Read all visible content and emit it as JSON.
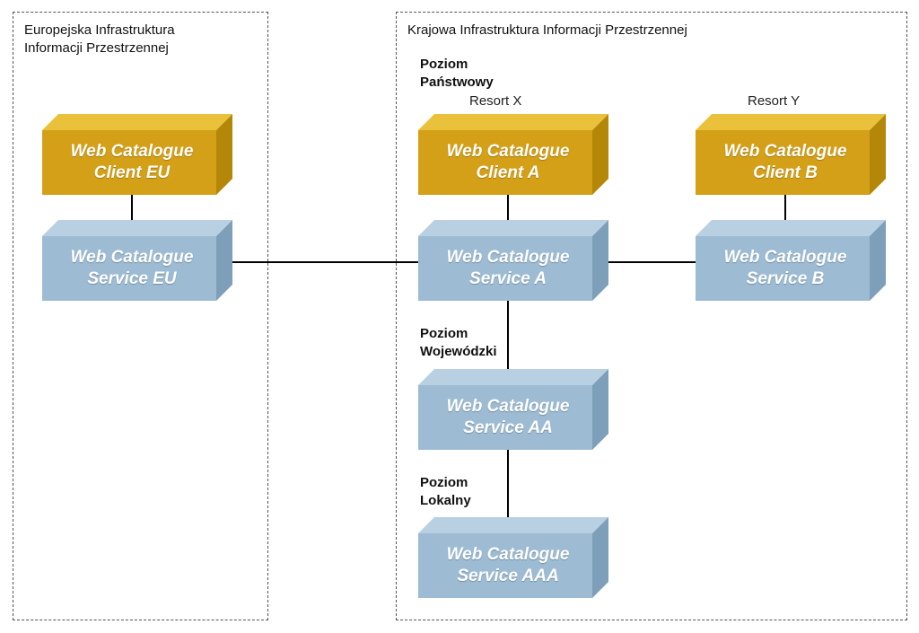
{
  "colors": {
    "client_front": "#D4A017",
    "client_top": "#E9C13A",
    "client_side": "#B58708",
    "service_front": "#9DBCD4",
    "service_top": "#B8D0E2",
    "service_side": "#7E9FB9",
    "connector": "#000000"
  },
  "regions": {
    "eu": {
      "title": "Europejska Infrastruktura\nInformacji Przestrzennej"
    },
    "national": {
      "title": "Krajowa Infrastruktura Informacji Przestrzennej"
    }
  },
  "levels": {
    "national_level": "Poziom\nPaństwowy",
    "voivodeship_level": "Poziom\nWojewódzki",
    "local_level": "Poziom\nLokalny"
  },
  "resorts": {
    "x": "Resort X",
    "y": "Resort Y"
  },
  "boxes": {
    "client_eu": {
      "label": "Web Catalogue\nClient EU",
      "kind": "client"
    },
    "service_eu": {
      "label": "Web Catalogue\nService EU",
      "kind": "service"
    },
    "client_a": {
      "label": "Web Catalogue\nClient A",
      "kind": "client"
    },
    "service_a": {
      "label": "Web Catalogue\nService A",
      "kind": "service"
    },
    "client_b": {
      "label": "Web Catalogue\nClient B",
      "kind": "client"
    },
    "service_b": {
      "label": "Web Catalogue\nService B",
      "kind": "service"
    },
    "service_aa": {
      "label": "Web Catalogue\nService AA",
      "kind": "service"
    },
    "service_aaa": {
      "label": "Web Catalogue\nService AAA",
      "kind": "service"
    }
  }
}
